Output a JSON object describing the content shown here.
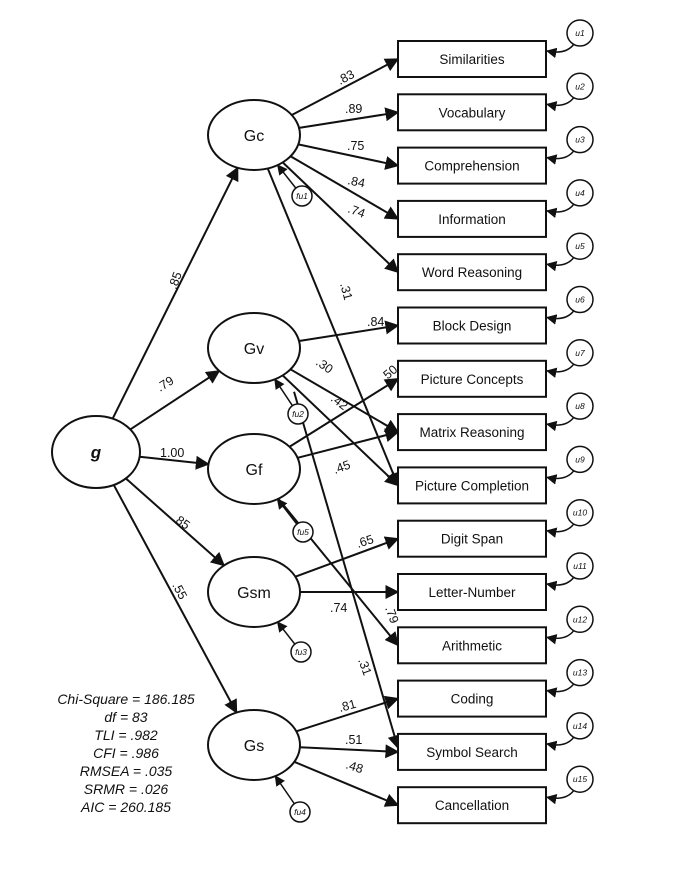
{
  "general_factor": {
    "label": "g"
  },
  "factors": [
    {
      "id": "Gc",
      "label": "Gc",
      "g_loading": ".85",
      "residual": "fu1"
    },
    {
      "id": "Gv",
      "label": "Gv",
      "g_loading": ".79",
      "residual": "fu2"
    },
    {
      "id": "Gf",
      "label": "Gf",
      "g_loading": "1.00",
      "residual": "fu5"
    },
    {
      "id": "Gsm",
      "label": "Gsm",
      "g_loading": ".85",
      "residual": "fu3"
    },
    {
      "id": "Gs",
      "label": "Gs",
      "g_loading": ".55",
      "residual": "fu4"
    }
  ],
  "subtests": [
    {
      "label": "Similarities",
      "error": "u1"
    },
    {
      "label": "Vocabulary",
      "error": "u2"
    },
    {
      "label": "Comprehension",
      "error": "u3"
    },
    {
      "label": "Information",
      "error": "u4"
    },
    {
      "label": "Word Reasoning",
      "error": "u5"
    },
    {
      "label": "Block Design",
      "error": "u6"
    },
    {
      "label": "Picture Concepts",
      "error": "u7"
    },
    {
      "label": "Matrix Reasoning",
      "error": "u8"
    },
    {
      "label": "Picture Completion",
      "error": "u9"
    },
    {
      "label": "Digit Span",
      "error": "u10"
    },
    {
      "label": "Letter-Number",
      "error": "u11"
    },
    {
      "label": "Arithmetic",
      "error": "u12"
    },
    {
      "label": "Coding",
      "error": "u13"
    },
    {
      "label": "Symbol Search",
      "error": "u14"
    },
    {
      "label": "Cancellation",
      "error": "u15"
    }
  ],
  "loadings": [
    {
      "from": "Gc",
      "to": "Similarities",
      "value": ".83"
    },
    {
      "from": "Gc",
      "to": "Vocabulary",
      "value": ".89"
    },
    {
      "from": "Gc",
      "to": "Comprehension",
      "value": ".75"
    },
    {
      "from": "Gc",
      "to": "Information",
      "value": ".84"
    },
    {
      "from": "Gc",
      "to": "Word Reasoning",
      "value": ".74"
    },
    {
      "from": "Gc",
      "to": "Picture Completion",
      "value": ".31"
    },
    {
      "from": "Gv",
      "to": "Block Design",
      "value": ".84"
    },
    {
      "from": "Gv",
      "to": "Matrix Reasoning",
      "value": ".30"
    },
    {
      "from": "Gv",
      "to": "Picture Completion",
      "value": ".42"
    },
    {
      "from": "Gf",
      "to": "Picture Concepts",
      "value": ".50"
    },
    {
      "from": "Gf",
      "to": "Matrix Reasoning",
      "value": ".45"
    },
    {
      "from": "Gf",
      "to": "Arithmetic",
      "value": ".79"
    },
    {
      "from": "Gsm",
      "to": "Digit Span",
      "value": ".65"
    },
    {
      "from": "Gsm",
      "to": "Letter-Number",
      "value": ".74"
    },
    {
      "from": "Gs",
      "to": "Coding",
      "value": ".81"
    },
    {
      "from": "Gs",
      "to": "Symbol Search",
      "value": ".51"
    },
    {
      "from": "Gs",
      "to": "Cancellation",
      "value": ".48"
    }
  ],
  "cross_loading_extra": {
    "label": ".31"
  },
  "fit_statistics": [
    "Chi-Square = 186.185",
    "df = 83",
    "TLI = .982",
    "CFI = .986",
    "RMSEA = .035",
    "SRMR = .026",
    "AIC = 260.185"
  ]
}
